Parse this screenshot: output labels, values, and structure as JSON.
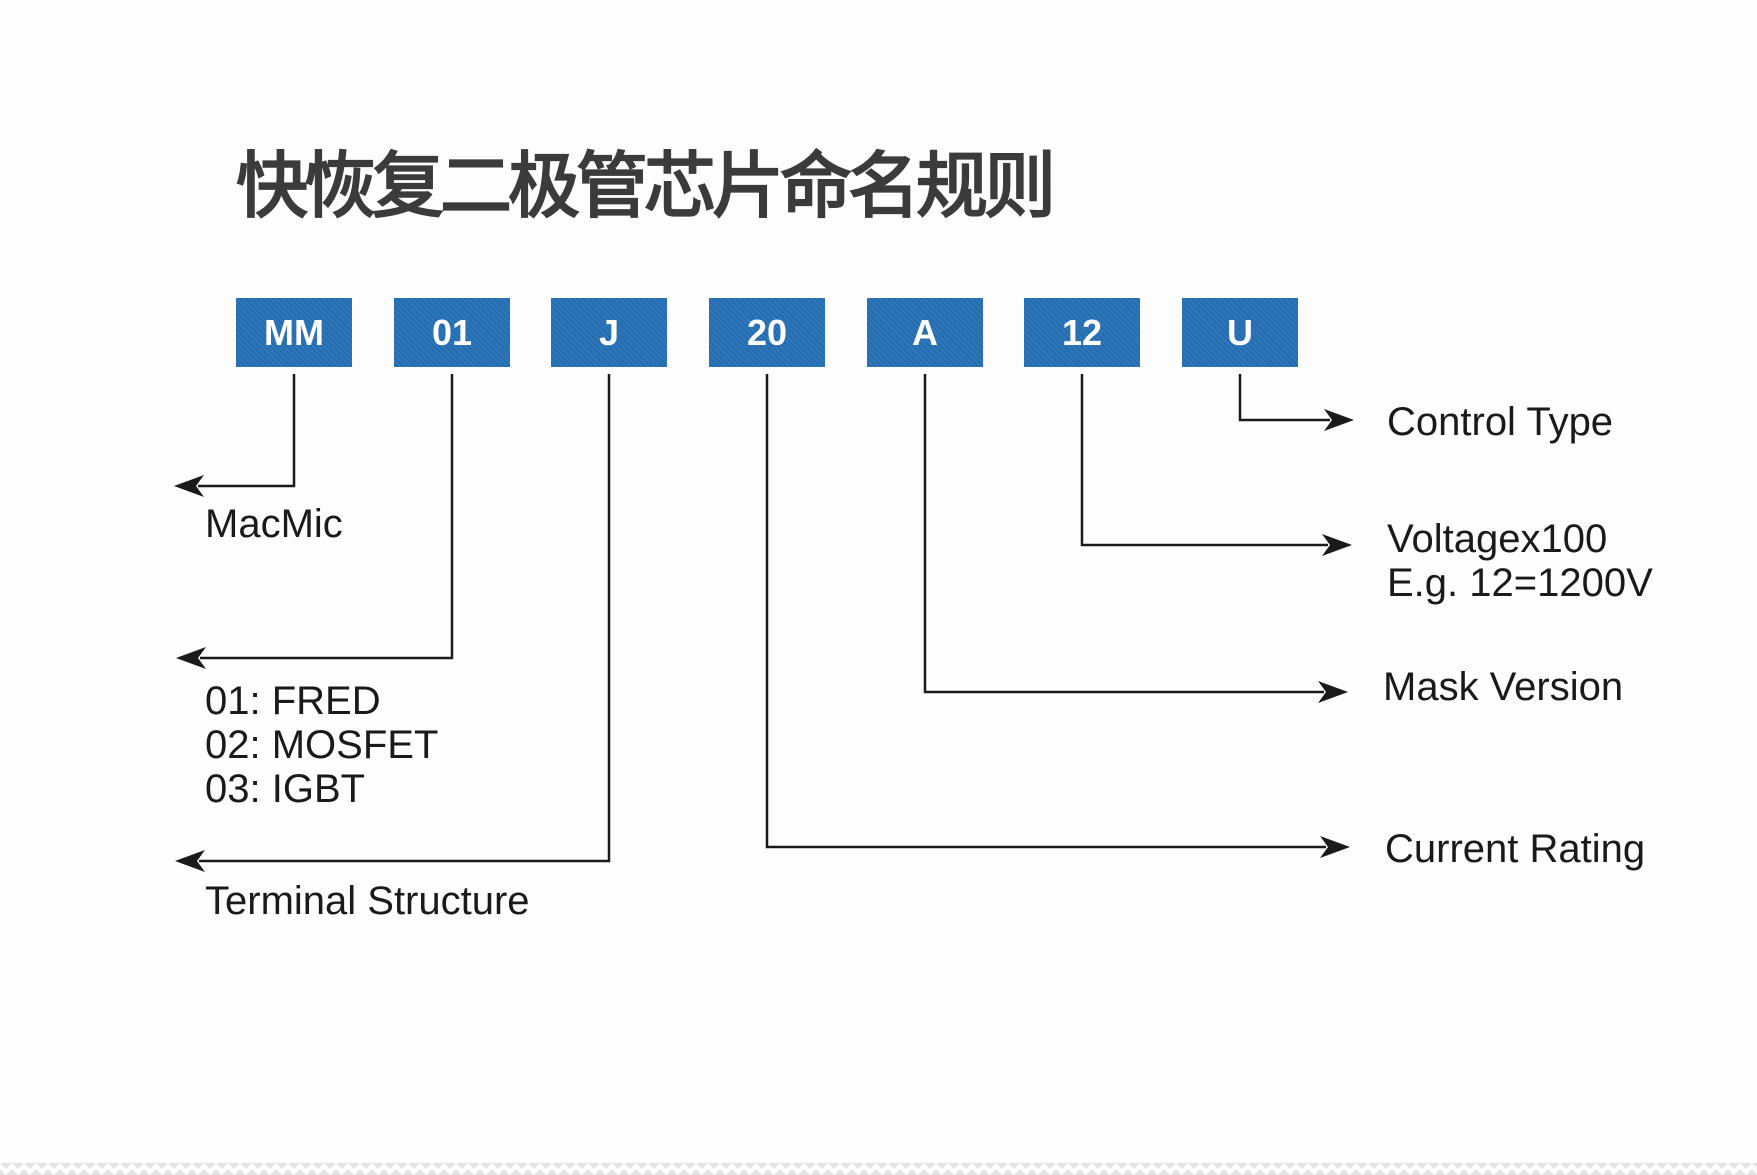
{
  "title": {
    "text": "快恢复二极管芯片命名规则",
    "color": "#3b3b3b"
  },
  "part_code": {
    "box_color": "#2470b5",
    "text_color": "#ffffff",
    "segments": [
      "MM",
      "01",
      "J",
      "20",
      "A",
      "12",
      "U"
    ]
  },
  "annotations": {
    "macmic": {
      "label": "MacMic"
    },
    "device_type": {
      "lines": [
        "01: FRED",
        "02: MOSFET",
        "03: IGBT"
      ]
    },
    "terminal_structure": {
      "label": "Terminal Structure"
    },
    "current_rating": {
      "label": "Current Rating"
    },
    "mask_version": {
      "label": "Mask Version"
    },
    "voltage": {
      "line1": "Voltagex100",
      "line2": "E.g. 12=1200V"
    },
    "control_type": {
      "label": "Control Type"
    }
  },
  "line_color": "#1a1a1a"
}
